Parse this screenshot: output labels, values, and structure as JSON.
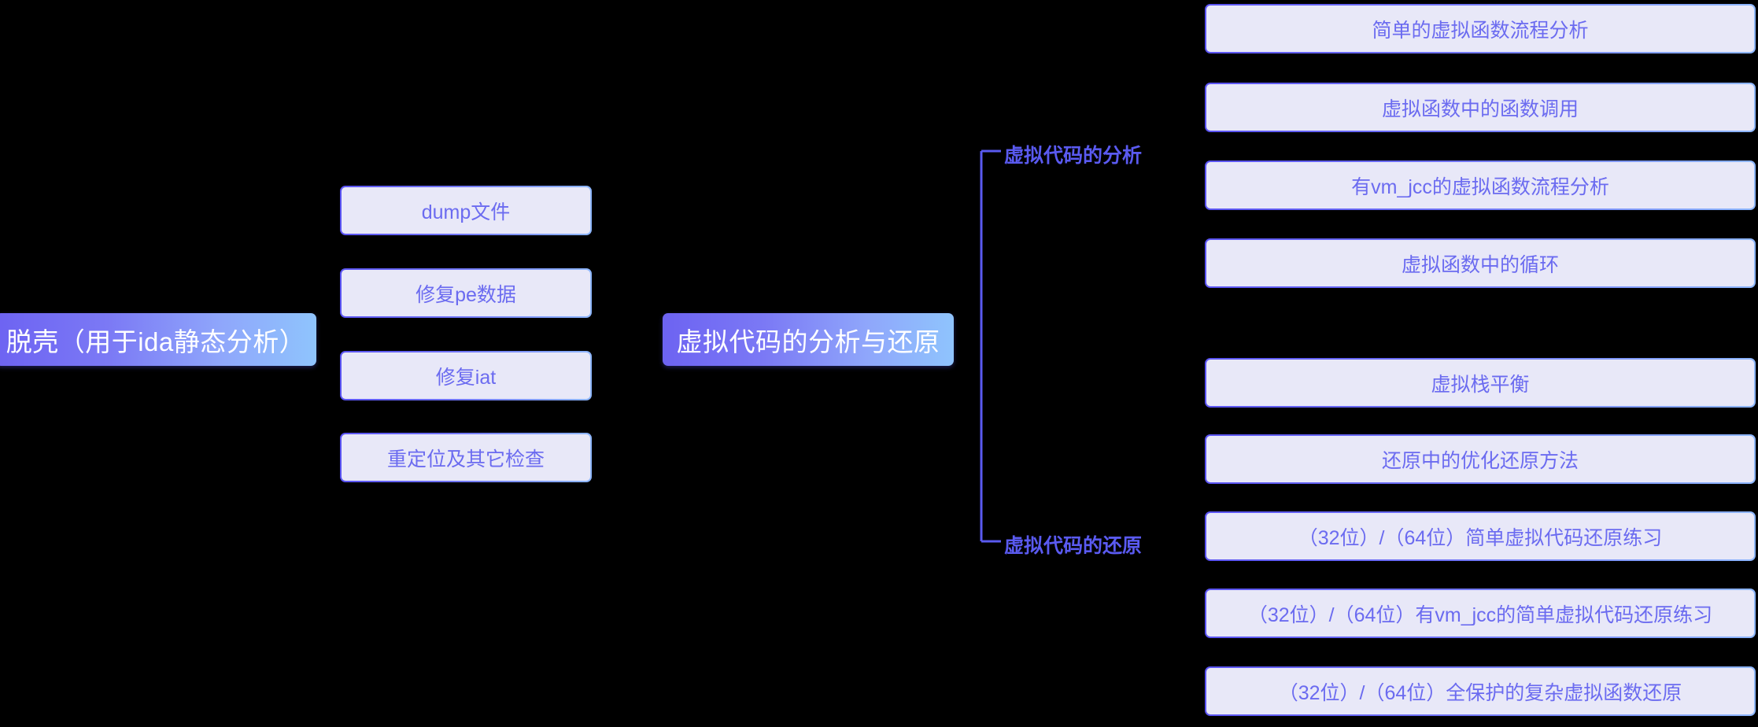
{
  "diagram": {
    "type": "mindmap",
    "background_color": "#000000",
    "accent_color": "#5a5af0",
    "box_fill_color": "#e8e8f8",
    "gradient_start": "#6d63f2",
    "gradient_end": "#8fc4fd",
    "root": {
      "label": "脱壳（用于ida静态分析）"
    },
    "unpack_children": [
      {
        "label": "dump文件"
      },
      {
        "label": "修复pe数据"
      },
      {
        "label": "修复iat"
      },
      {
        "label": "重定位及其它检查"
      }
    ],
    "center": {
      "label": "虚拟代码的分析与还原"
    },
    "branches": [
      {
        "label": "虚拟代码的分析",
        "items": [
          {
            "label": "简单的虚拟函数流程分析"
          },
          {
            "label": "虚拟函数中的函数调用"
          },
          {
            "label": "有vm_jcc的虚拟函数流程分析"
          },
          {
            "label": "虚拟函数中的循环"
          }
        ]
      },
      {
        "label": "虚拟代码的还原",
        "items": [
          {
            "label": "虚拟栈平衡"
          },
          {
            "label": "还原中的优化还原方法"
          },
          {
            "label": "（32位）/（64位）简单虚拟代码还原练习"
          },
          {
            "label": "（32位）/（64位）有vm_jcc的简单虚拟代码还原练习"
          },
          {
            "label": "（32位）/（64位）全保护的复杂虚拟函数还原"
          }
        ]
      }
    ]
  }
}
